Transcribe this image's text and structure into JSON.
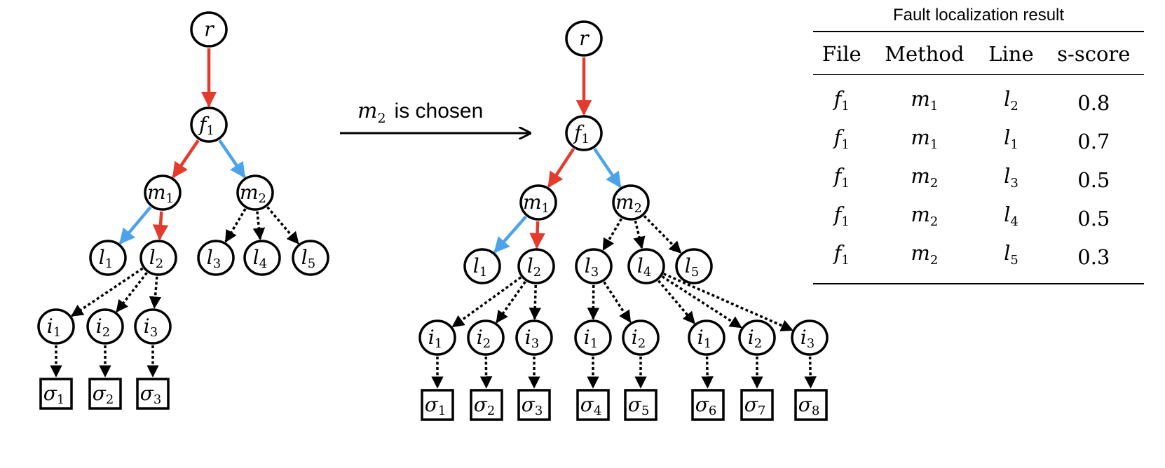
{
  "caption": {
    "chosen_var": "m",
    "chosen_sub": "2",
    "text": "is chosen"
  },
  "edge_colors": {
    "selected": "#E53B2C",
    "explored": "#4CA3EA",
    "unexplored": "#000000"
  },
  "left_tree": {
    "nodes": [
      {
        "id": "r",
        "var": "r",
        "sub": ""
      },
      {
        "id": "f1",
        "var": "f",
        "sub": "1"
      },
      {
        "id": "m1",
        "var": "m",
        "sub": "1"
      },
      {
        "id": "m2",
        "var": "m",
        "sub": "2"
      },
      {
        "id": "l1",
        "var": "l",
        "sub": "1"
      },
      {
        "id": "l2",
        "var": "l",
        "sub": "2"
      },
      {
        "id": "l3",
        "var": "l",
        "sub": "3"
      },
      {
        "id": "l4",
        "var": "l",
        "sub": "4"
      },
      {
        "id": "l5",
        "var": "l",
        "sub": "5"
      },
      {
        "id": "i1",
        "var": "i",
        "sub": "1"
      },
      {
        "id": "i2",
        "var": "i",
        "sub": "2"
      },
      {
        "id": "i3",
        "var": "i",
        "sub": "3"
      },
      {
        "id": "s1",
        "var": "σ",
        "sub": "1",
        "shape": "box"
      },
      {
        "id": "s2",
        "var": "σ",
        "sub": "2",
        "shape": "box"
      },
      {
        "id": "s3",
        "var": "σ",
        "sub": "3",
        "shape": "box"
      }
    ],
    "edges": [
      {
        "from": "r",
        "to": "f1",
        "kind": "selected"
      },
      {
        "from": "f1",
        "to": "m1",
        "kind": "selected"
      },
      {
        "from": "f1",
        "to": "m2",
        "kind": "explored"
      },
      {
        "from": "m1",
        "to": "l1",
        "kind": "explored"
      },
      {
        "from": "m1",
        "to": "l2",
        "kind": "selected"
      },
      {
        "from": "m2",
        "to": "l3",
        "kind": "unexplored"
      },
      {
        "from": "m2",
        "to": "l4",
        "kind": "unexplored"
      },
      {
        "from": "m2",
        "to": "l5",
        "kind": "unexplored"
      },
      {
        "from": "l2",
        "to": "i1",
        "kind": "unexplored"
      },
      {
        "from": "l2",
        "to": "i2",
        "kind": "unexplored"
      },
      {
        "from": "l2",
        "to": "i3",
        "kind": "unexplored"
      },
      {
        "from": "i1",
        "to": "s1",
        "kind": "unexplored"
      },
      {
        "from": "i2",
        "to": "s2",
        "kind": "unexplored"
      },
      {
        "from": "i3",
        "to": "s3",
        "kind": "unexplored"
      }
    ]
  },
  "right_tree": {
    "nodes": [
      {
        "id": "r",
        "var": "r",
        "sub": ""
      },
      {
        "id": "f1",
        "var": "f",
        "sub": "1"
      },
      {
        "id": "m1",
        "var": "m",
        "sub": "1"
      },
      {
        "id": "m2",
        "var": "m",
        "sub": "2"
      },
      {
        "id": "l1",
        "var": "l",
        "sub": "1"
      },
      {
        "id": "l2",
        "var": "l",
        "sub": "2"
      },
      {
        "id": "l3",
        "var": "l",
        "sub": "3"
      },
      {
        "id": "l4",
        "var": "l",
        "sub": "4"
      },
      {
        "id": "l5",
        "var": "l",
        "sub": "5"
      },
      {
        "id": "a_i1",
        "var": "i",
        "sub": "1"
      },
      {
        "id": "a_i2",
        "var": "i",
        "sub": "2"
      },
      {
        "id": "a_i3",
        "var": "i",
        "sub": "3"
      },
      {
        "id": "b_i1",
        "var": "i",
        "sub": "1"
      },
      {
        "id": "b_i2",
        "var": "i",
        "sub": "2"
      },
      {
        "id": "c_i1",
        "var": "i",
        "sub": "1"
      },
      {
        "id": "c_i2",
        "var": "i",
        "sub": "2"
      },
      {
        "id": "c_i3",
        "var": "i",
        "sub": "3"
      },
      {
        "id": "s1",
        "var": "σ",
        "sub": "1",
        "shape": "box"
      },
      {
        "id": "s2",
        "var": "σ",
        "sub": "2",
        "shape": "box"
      },
      {
        "id": "s3",
        "var": "σ",
        "sub": "3",
        "shape": "box"
      },
      {
        "id": "s4",
        "var": "σ",
        "sub": "4",
        "shape": "box"
      },
      {
        "id": "s5",
        "var": "σ",
        "sub": "5",
        "shape": "box"
      },
      {
        "id": "s6",
        "var": "σ",
        "sub": "6",
        "shape": "box"
      },
      {
        "id": "s7",
        "var": "σ",
        "sub": "7",
        "shape": "box"
      },
      {
        "id": "s8",
        "var": "σ",
        "sub": "8",
        "shape": "box"
      }
    ],
    "edges": [
      {
        "from": "r",
        "to": "f1",
        "kind": "selected"
      },
      {
        "from": "f1",
        "to": "m1",
        "kind": "selected"
      },
      {
        "from": "f1",
        "to": "m2",
        "kind": "explored"
      },
      {
        "from": "m1",
        "to": "l1",
        "kind": "explored"
      },
      {
        "from": "m1",
        "to": "l2",
        "kind": "selected"
      },
      {
        "from": "m2",
        "to": "l3",
        "kind": "unexplored"
      },
      {
        "from": "m2",
        "to": "l4",
        "kind": "unexplored"
      },
      {
        "from": "m2",
        "to": "l5",
        "kind": "unexplored"
      },
      {
        "from": "l2",
        "to": "a_i1",
        "kind": "unexplored"
      },
      {
        "from": "l2",
        "to": "a_i2",
        "kind": "unexplored"
      },
      {
        "from": "l2",
        "to": "a_i3",
        "kind": "unexplored"
      },
      {
        "from": "l3",
        "to": "b_i1",
        "kind": "unexplored"
      },
      {
        "from": "l3",
        "to": "b_i2",
        "kind": "unexplored"
      },
      {
        "from": "l4",
        "to": "c_i1",
        "kind": "unexplored"
      },
      {
        "from": "l4",
        "to": "c_i2",
        "kind": "unexplored"
      },
      {
        "from": "l4",
        "to": "c_i3",
        "kind": "unexplored"
      },
      {
        "from": "a_i1",
        "to": "s1",
        "kind": "unexplored"
      },
      {
        "from": "a_i2",
        "to": "s2",
        "kind": "unexplored"
      },
      {
        "from": "a_i3",
        "to": "s3",
        "kind": "unexplored"
      },
      {
        "from": "b_i1",
        "to": "s4",
        "kind": "unexplored"
      },
      {
        "from": "b_i2",
        "to": "s5",
        "kind": "unexplored"
      },
      {
        "from": "c_i1",
        "to": "s6",
        "kind": "unexplored"
      },
      {
        "from": "c_i2",
        "to": "s7",
        "kind": "unexplored"
      },
      {
        "from": "c_i3",
        "to": "s8",
        "kind": "unexplored"
      }
    ]
  },
  "table": {
    "title": "Fault localization result",
    "headers": [
      "File",
      "Method",
      "Line",
      "s-score"
    ],
    "rows": [
      {
        "file": "f",
        "file_sub": "1",
        "method": "m",
        "method_sub": "1",
        "line": "l",
        "line_sub": "2",
        "score": "0.8"
      },
      {
        "file": "f",
        "file_sub": "1",
        "method": "m",
        "method_sub": "1",
        "line": "l",
        "line_sub": "1",
        "score": "0.7"
      },
      {
        "file": "f",
        "file_sub": "1",
        "method": "m",
        "method_sub": "2",
        "line": "l",
        "line_sub": "3",
        "score": "0.5"
      },
      {
        "file": "f",
        "file_sub": "1",
        "method": "m",
        "method_sub": "2",
        "line": "l",
        "line_sub": "4",
        "score": "0.5"
      },
      {
        "file": "f",
        "file_sub": "1",
        "method": "m",
        "method_sub": "2",
        "line": "l",
        "line_sub": "5",
        "score": "0.3"
      }
    ]
  }
}
